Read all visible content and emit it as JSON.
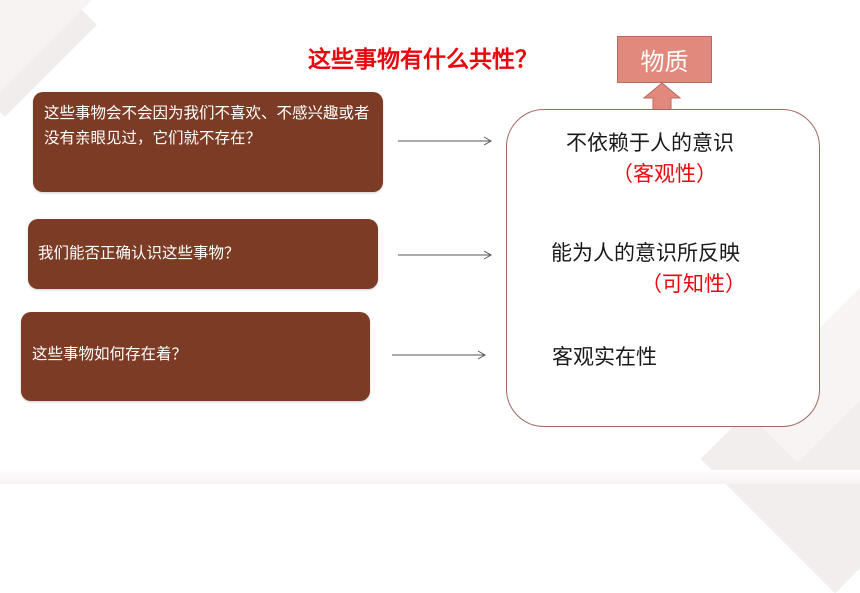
{
  "slide": {
    "title": "这些事物有什么共性？",
    "matter_label": "物质",
    "questions": [
      "这些事物会不会因为我们不喜欢、不感兴趣或者没有亲眼见过，它们就不存在？",
      "我们能否正确认识这些事物？",
      "这些事物如何存在着？"
    ],
    "answers": {
      "a1": "不依赖于人的意识",
      "a1_sub": "（客观性）",
      "a2": "能为人的意识所反映",
      "a2_sub": "（可知性）",
      "a3": "客观实在性"
    }
  },
  "colors": {
    "title_red": "#e8090f",
    "question_box_brown": "#7b3b25",
    "matter_box_salmon": "#e0897c",
    "answer_border": "#a06a60"
  },
  "icons": [
    "arrow-up-icon",
    "arrow-right-icon"
  ]
}
